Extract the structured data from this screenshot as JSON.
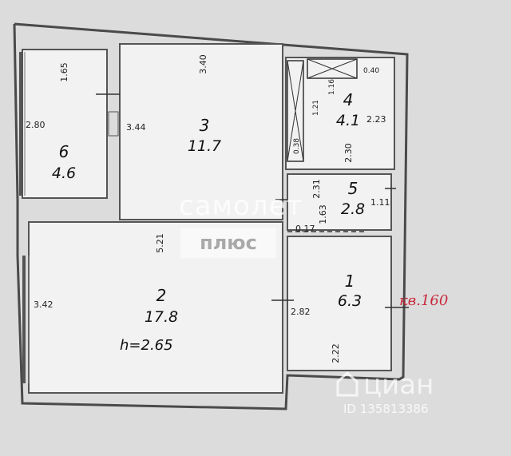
{
  "rooms": [
    {
      "number": "1",
      "area": "6.3"
    },
    {
      "number": "2",
      "area": "17.8",
      "height": "h=2.65"
    },
    {
      "number": "3",
      "area": "11.7"
    },
    {
      "number": "4",
      "area": "4.1"
    },
    {
      "number": "5",
      "area": "2.8"
    },
    {
      "number": "6",
      "area": "4.6"
    }
  ],
  "dimensions": {
    "d165": "1.65",
    "d280": "2.80",
    "d340": "3.40",
    "d344": "3.44",
    "d116": "1.16",
    "d040": "0.40",
    "d121": "1.21",
    "d223": "2.23",
    "d038": "0.38",
    "d230": "2.30",
    "d231": "2.31",
    "d111": "1.11",
    "d163": "1.63",
    "d017": "0.17",
    "d521": "5.21",
    "d342": "3.42",
    "d282": "2.82",
    "d222": "2.22"
  },
  "apartment_label": "кв.160",
  "watermarks": {
    "brand": "самолет",
    "brand_sub": "плюс",
    "site": "циан",
    "listing_id": "ID 135813386"
  },
  "colors": {
    "background": "#dcdcdc",
    "wall": "#4a4a4a",
    "apartment_label": "#c8283c"
  }
}
